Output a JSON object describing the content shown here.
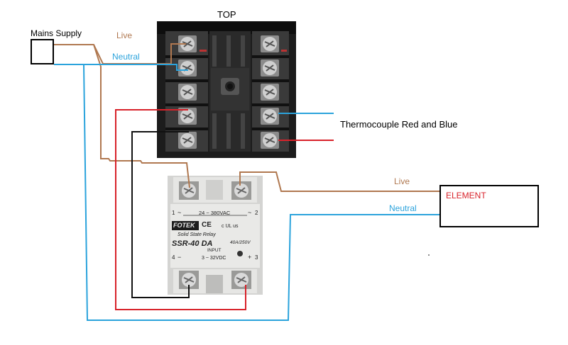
{
  "title": "TOP",
  "labels": {
    "mains_supply": "Mains Supply",
    "live_top": "Live",
    "neutral_top": "Neutral",
    "thermocouple": "Thermocouple Red and Blue",
    "live_right": "Live",
    "neutral_right": "Neutral",
    "element": "ELEMENT"
  },
  "relay": {
    "brand": "FOTEK",
    "marks": "CE",
    "type": "Solid State Relay",
    "model": "SSR-40 DA",
    "rating": "40A/250V",
    "output_range": "24 ~ 380VAC",
    "input_label": "INPUT",
    "input_range": "3 ~ 32VDC",
    "term_1": "1",
    "term_2": "2",
    "term_3": "3",
    "term_4": "4",
    "plus": "+",
    "minus": "−",
    "tilde": "~",
    "ul": "c UL us"
  },
  "colors": {
    "live": "#b07850",
    "neutral": "#2ba3dc",
    "thermo_red": "#d8222a",
    "control_black": "#111111",
    "element_text": "#d8222a",
    "label_text": "#000000"
  }
}
